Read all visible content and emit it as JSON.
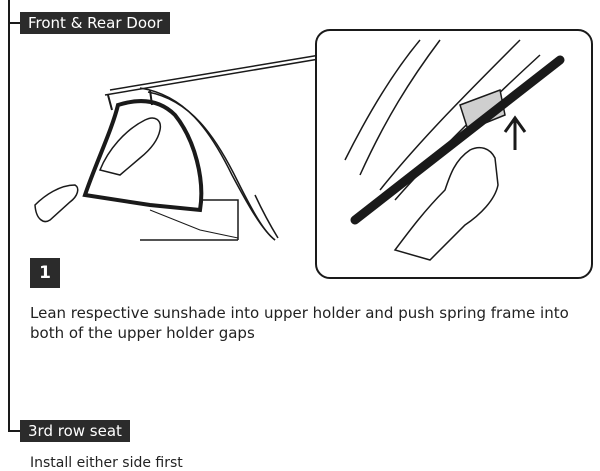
{
  "sections": {
    "front_rear": {
      "title": "Front & Rear Door"
    },
    "third_row": {
      "title": "3rd row seat"
    }
  },
  "step": {
    "number": "1",
    "text": "Lean respective sunshade into upper holder and push spring frame into both of the upper holder gaps"
  },
  "third_row_text": "Install either side first",
  "colors": {
    "label_bg": "#2b2b2b",
    "line": "#1a1a1a",
    "frame": "#1a1a1a"
  }
}
